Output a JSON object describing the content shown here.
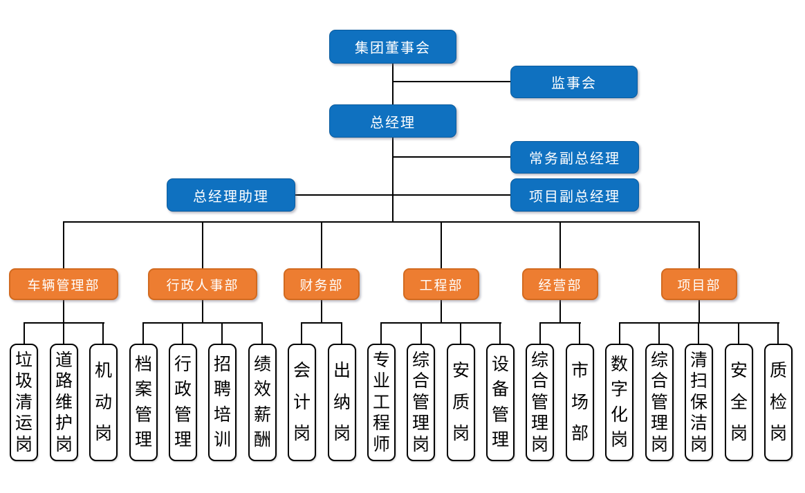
{
  "palette": {
    "executive_node_fill": "#0F71C0",
    "executive_node_border": "#0B5B9D",
    "department_node_fill": "#ED7D31",
    "department_node_border": "#D26A1F",
    "position_node_fill": "#FFFFFF",
    "position_node_border": "#000000",
    "connector_color": "#000000",
    "text_on_color": "#FFFFFF",
    "text_on_white": "#000000",
    "background": "#FFFFFF"
  },
  "chart": {
    "top": {
      "board": "集团董事会",
      "supervisory": "监事会",
      "general_manager": "总经理",
      "executive_deputy_gm": "常务副总经理",
      "gm_assistant": "总经理助理",
      "project_deputy_gm": "项目副总经理"
    },
    "departments": [
      {
        "name": "车辆管理部",
        "positions": [
          "垃圾清运岗",
          "道路维护岗",
          "机动岗"
        ]
      },
      {
        "name": "行政人事部",
        "positions": [
          "档案管理",
          "行政管理",
          "招聘培训",
          "绩效薪酬"
        ]
      },
      {
        "name": "财务部",
        "positions": [
          "会计岗",
          "出纳岗"
        ]
      },
      {
        "name": "工程部",
        "positions": [
          "专业工程师",
          "综合管理岗",
          "安质岗",
          "设备管理"
        ]
      },
      {
        "name": "经营部",
        "positions": [
          "综合管理岗",
          "市场部"
        ]
      },
      {
        "name": "项目部",
        "positions": [
          "数字化岗",
          "综合管理岗",
          "清扫保洁岗",
          "安全岗",
          "质检岗"
        ]
      }
    ]
  }
}
